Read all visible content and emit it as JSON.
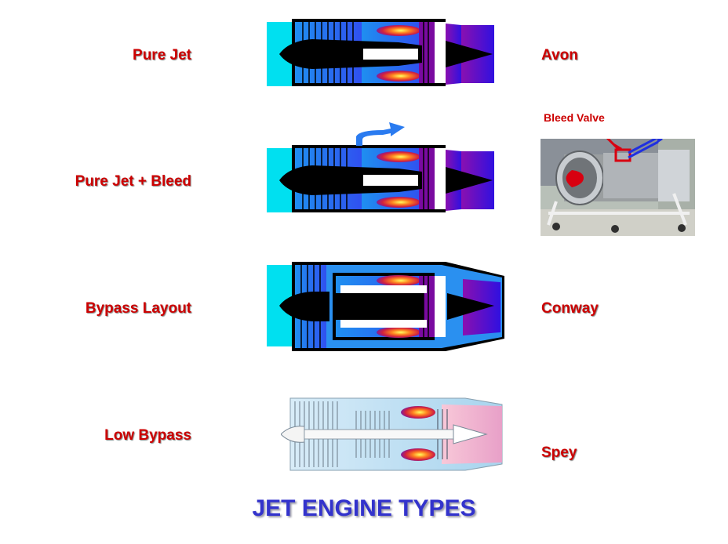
{
  "title": "JET ENGINE TYPES",
  "rows": [
    {
      "type": "Pure Jet",
      "example": "Avon"
    },
    {
      "type": "Pure Jet + Bleed",
      "example": ""
    },
    {
      "type": "Bypass Layout",
      "example": "Conway"
    },
    {
      "type": "Low Bypass",
      "example": "Spey"
    }
  ],
  "photo": {
    "caption": "Bleed Valve"
  },
  "colors": {
    "label": "#cc0000",
    "title": "#3333cc",
    "intake": "#00e0f0",
    "compressor": "#2a7bf0",
    "nozzle": "#7010d0"
  }
}
